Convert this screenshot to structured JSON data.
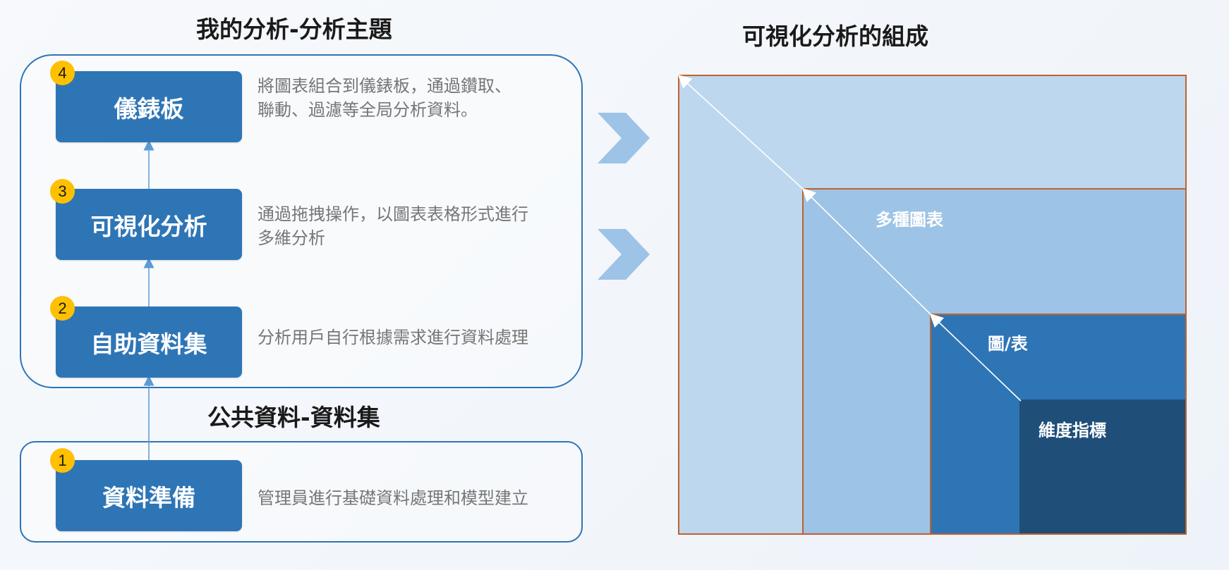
{
  "left": {
    "group_title": "我的分析-分析主題",
    "public_title": "公共資料-資料集",
    "steps": [
      {
        "number": "4",
        "label": "儀錶板",
        "description_lines": [
          "將圖表組合到儀錶板，通過鑽取、",
          "聯動、過濾等全局分析資料。"
        ]
      },
      {
        "number": "3",
        "label": "可視化分析",
        "description_lines": [
          "通過拖拽操作，以圖表表格形式進行",
          "多維分析"
        ]
      },
      {
        "number": "2",
        "label": "自助資料集",
        "description_lines": [
          "分析用戶自行根據需求進行資料處理"
        ]
      },
      {
        "number": "1",
        "label": "資料準備",
        "description_lines": [
          "管理員進行基礎資料處理和模型建立"
        ]
      }
    ]
  },
  "right": {
    "title": "可視化分析的組成",
    "layers": [
      {
        "label": ""
      },
      {
        "label": "多種圖表"
      },
      {
        "label": "圖/表"
      },
      {
        "label": "維度指標"
      }
    ]
  },
  "colors": {
    "step_box": "#2e75b6",
    "badge": "#ffc000",
    "layer_outer": "#bdd7ee",
    "layer_mid": "#9dc3e6",
    "layer_inner": "#2e75b6",
    "layer_core": "#1f4e79",
    "layer_border": "#c0622b",
    "chevron": "#9dc3e6"
  }
}
